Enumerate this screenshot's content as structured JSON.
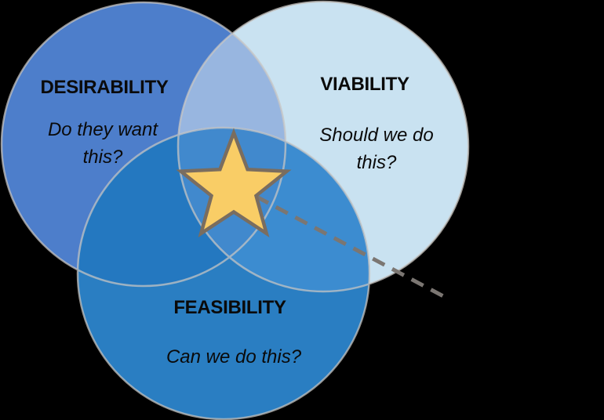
{
  "diagram": {
    "background": "#000000",
    "circles": [
      {
        "name": "DESIRABILITY",
        "question": "Do they want this?",
        "fill": "#4D7ECB"
      },
      {
        "name": "VIABILITY",
        "question": "Should we do this?",
        "fill": "#C9E2F1"
      },
      {
        "name": "FEASIBILITY",
        "question": "Can we do this?",
        "fill": "#2A7EC2"
      }
    ],
    "overlaps": {
      "desirability_viability": "#98B6E0",
      "desirability_feasibility": "#2478C0",
      "viability_feasibility": "#3C8CD0",
      "center_sweet_spot": "#4189CD"
    },
    "outline_color": "#CAC7C4",
    "star": {
      "fill": "#F9CD66",
      "stroke": "#7A6D5F"
    },
    "dashed_line": {
      "color": "#7B7672"
    }
  }
}
